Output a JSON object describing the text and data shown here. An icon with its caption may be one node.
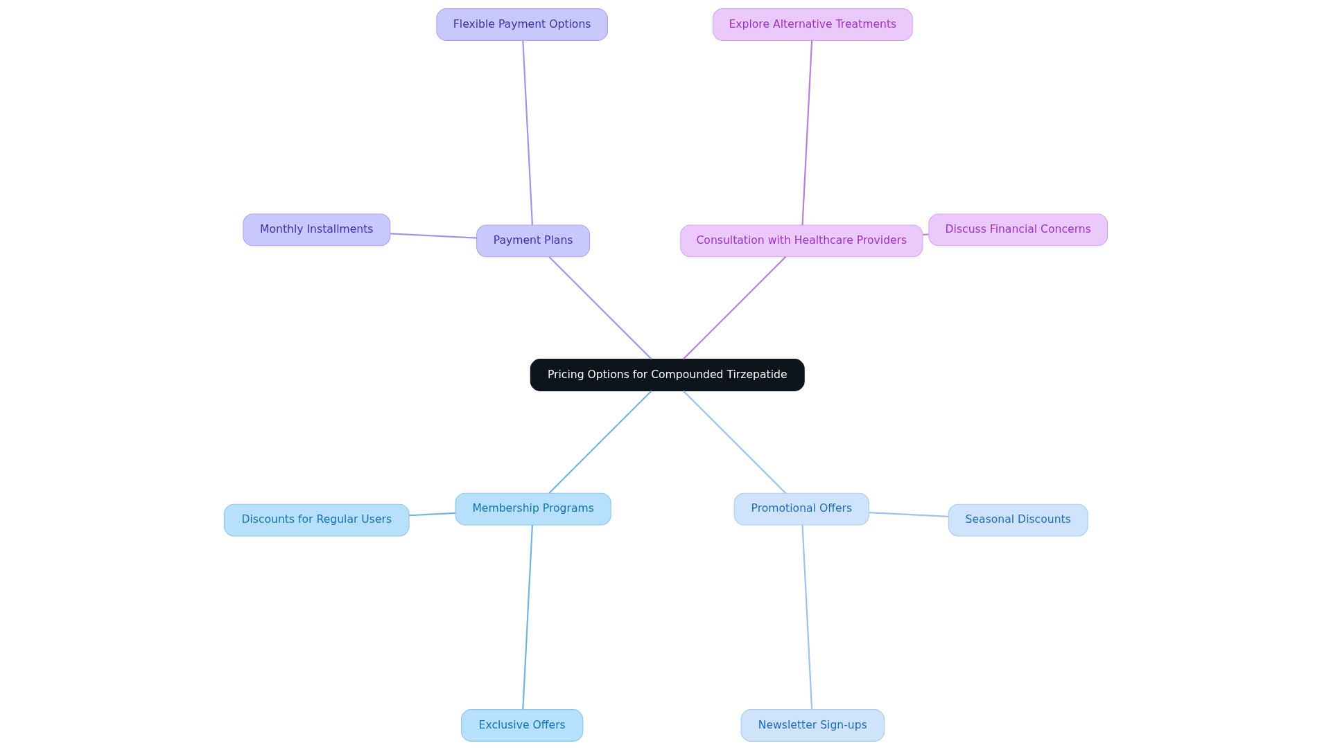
{
  "diagram": {
    "nodes": [
      {
        "text": [
          "Pricing Options for Compounded Tirzepatide"
        ]
      },
      {
        "text": [
          "Consultation with Healthcare Providers"
        ]
      },
      {
        "text": [
          "Discuss Financial Concerns"
        ]
      },
      {
        "text": [
          "Explore Alternative Treatments"
        ]
      },
      {
        "text": [
          "Payment Plans"
        ]
      },
      {
        "text": [
          "Flexible Payment Options"
        ]
      },
      {
        "text": [
          "Monthly Installments"
        ]
      },
      {
        "text": [
          "Membership Programs"
        ]
      },
      {
        "text": [
          "Discounts for Regular Users"
        ]
      },
      {
        "text": [
          "Exclusive Offers"
        ]
      },
      {
        "text": [
          "Promotional Offers"
        ]
      },
      {
        "text": [
          "Newsletter Sign-ups"
        ]
      },
      {
        "text": [
          "Seasonal Discounts"
        ]
      }
    ],
    "edges": [
      {
        "from": 0,
        "to": 1,
        "arrow": "none",
        "color": "#b77fd9"
      },
      {
        "from": 1,
        "to": 2,
        "arrow": "none",
        "color": "#b77fd9"
      },
      {
        "from": 1,
        "to": 3,
        "arrow": "none",
        "color": "#b77fd9"
      },
      {
        "from": 0,
        "to": 4,
        "arrow": "none",
        "color": "#9d98e6"
      },
      {
        "from": 4,
        "to": 5,
        "arrow": "none",
        "color": "#9d98e6"
      },
      {
        "from": 4,
        "to": 6,
        "arrow": "none",
        "color": "#9d98e6"
      },
      {
        "from": 0,
        "to": 7,
        "arrow": "none",
        "color": "#72b6e0"
      },
      {
        "from": 7,
        "to": 8,
        "arrow": "none",
        "color": "#72b6e0"
      },
      {
        "from": 7,
        "to": 9,
        "arrow": "none",
        "color": "#72b6e0"
      },
      {
        "from": 0,
        "to": 10,
        "arrow": "none",
        "color": "#9cc4e8"
      },
      {
        "from": 10,
        "to": 11,
        "arrow": "none",
        "color": "#9cc4e8"
      },
      {
        "from": 10,
        "to": 12,
        "arrow": "none",
        "color": "#9cc4e8"
      }
    ]
  }
}
